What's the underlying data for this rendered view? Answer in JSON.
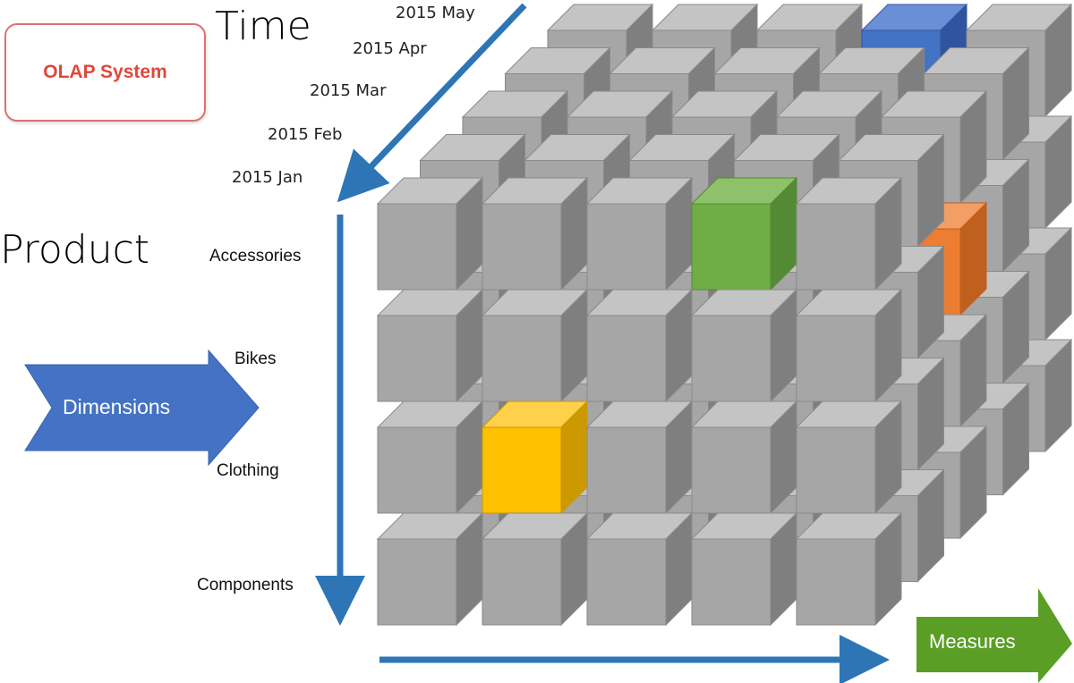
{
  "header": {
    "system_label": "OLAP System",
    "time_title": "Time",
    "product_title": "Product"
  },
  "time_axis": {
    "labels": [
      "2015 May",
      "2015 Apr",
      "2015 Mar",
      "2015 Feb",
      "2015 Jan"
    ]
  },
  "product_axis": {
    "labels": [
      "Accessories",
      "Bikes",
      "Clothing",
      "Components"
    ]
  },
  "arrows": {
    "dimensions_label": "Dimensions",
    "measures_label": "Measures"
  },
  "colors": {
    "cube_gray": "#a6a6a6",
    "axis_blue": "#2e75b6",
    "dimensions_blue": "#4472c4",
    "measures_green": "#5a9e26",
    "highlight_blue": "#4472c4",
    "highlight_green": "#70ad47",
    "highlight_orange": "#ed7d31",
    "highlight_yellow": "#ffc000",
    "olap_red": "#e0473c"
  }
}
